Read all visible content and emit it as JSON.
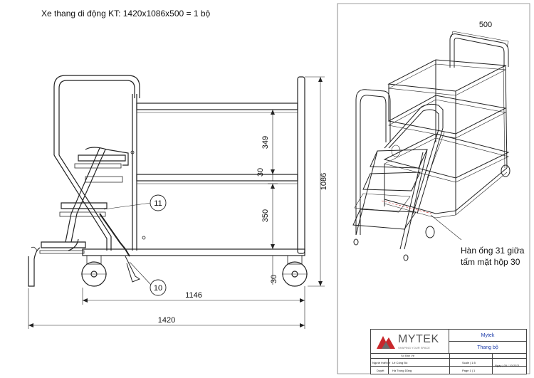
{
  "title": "Xe thang di động KT: 1420x1086x500 = 1 bộ",
  "dimensions": {
    "d_349": "349",
    "d_30_top": "30",
    "d_350": "350",
    "d_30_bottom": "30",
    "d_1086": "1086",
    "d_1146": "1146",
    "d_1420": "1420",
    "d_500": "500"
  },
  "balloons": {
    "b11": "11",
    "b10": "10"
  },
  "note": {
    "line1": "Hàn ống 31 giữa",
    "line2": "tấm mặt hộp 30"
  },
  "title_block": {
    "logo_text": "MYTEK",
    "logo_tagline": "SHAPING YOUR SPACE",
    "company": "Mytek",
    "drawing_name": "Thang bộ",
    "small_label": "Số Bản Vẽ",
    "role1": "Người thiết kế",
    "name1": "Lê Công Đô",
    "scale": "Scale | 1:5",
    "role2": "Duyệt",
    "name2": "Hà Trung Dũng",
    "sheet": "Page 1 | 1",
    "date": "Ngày | 05 / 10/2021"
  }
}
